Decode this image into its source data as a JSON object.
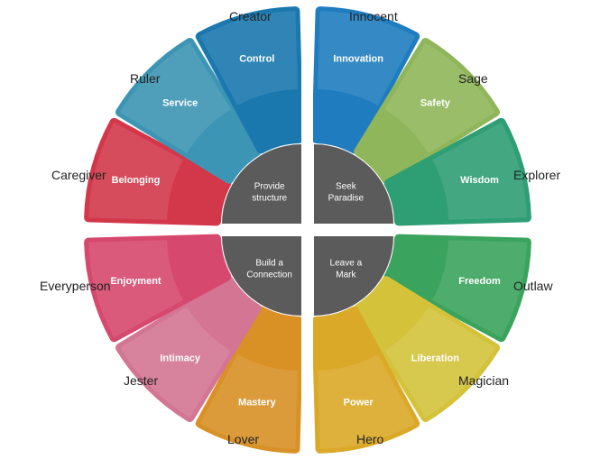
{
  "wheel": {
    "archetypes": [
      {
        "name": "Creator",
        "trait": "Innovation",
        "color": "#1f7dbf"
      },
      {
        "name": "Innocent",
        "trait": "Safety",
        "color": "#8fb65a"
      },
      {
        "name": "Sage",
        "trait": "Wisdom",
        "color": "#2e9e74"
      },
      {
        "name": "Explorer",
        "trait": "Freedom",
        "color": "#3aa35d"
      },
      {
        "name": "Outlaw",
        "trait": "Liberation",
        "color": "#d3c23a"
      },
      {
        "name": "Magician",
        "trait": "Power",
        "color": "#dba928"
      },
      {
        "name": "Hero",
        "trait": "Mastery",
        "color": "#d99025"
      },
      {
        "name": "Lover",
        "trait": "Intimacy",
        "color": "#d37593"
      },
      {
        "name": "Jester",
        "trait": "Enjoyment",
        "color": "#d6486d"
      },
      {
        "name": "Everyperson",
        "trait": "Belonging",
        "color": "#d2384a"
      },
      {
        "name": "Caregiver",
        "trait": "Service",
        "color": "#3c95b4"
      },
      {
        "name": "Ruler",
        "trait": "Control",
        "color": "#1a78ae"
      }
    ],
    "quadrants": [
      {
        "line1": "Provide",
        "line2": "structure"
      },
      {
        "line1": "Seek",
        "line2": "Paradise"
      },
      {
        "line1": "Leave a",
        "line2": "Mark"
      },
      {
        "line1": "Build a",
        "line2": "Connection"
      }
    ],
    "center_color": "#5b5b5b"
  }
}
